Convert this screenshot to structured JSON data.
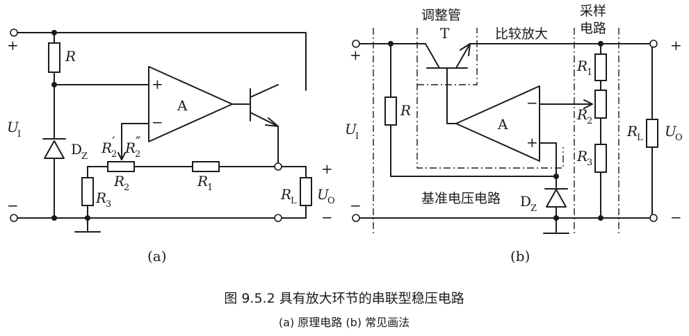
{
  "figure": {
    "caption": "图 9.5.2   具有放大环节的串联型稳压电路",
    "subcaption": "(a) 原理电路   (b) 常见画法"
  },
  "panel_a": {
    "label": "(a)",
    "plus_in": "+",
    "minus_in": "−",
    "ui": "U",
    "ui_sub": "I",
    "r": "R",
    "dz": "D",
    "dz_sub": "Z",
    "amp": "A",
    "amp_plus": "+",
    "amp_minus": "−",
    "r2p": "R",
    "r2p_sub": "2",
    "r2p_prime": "′",
    "r2pp": "R",
    "r2pp_sub": "2",
    "r2pp_prime": "″",
    "r2": "R",
    "r2_sub": "2",
    "r1": "R",
    "r1_sub": "1",
    "r3": "R",
    "r3_sub": "3",
    "rl": "R",
    "rl_sub": "L",
    "uo": "U",
    "uo_sub": "O",
    "plus_out": "+",
    "minus_out": "−"
  },
  "panel_b": {
    "label": "(b)",
    "title_adjust": "调整管",
    "transistor": "T",
    "title_compare": "比较放大",
    "title_sample_1": "采样",
    "title_sample_2": "电路",
    "title_reference": "基准电压电路",
    "plus_in": "+",
    "minus_in": "−",
    "ui": "U",
    "ui_sub": "I",
    "r": "R",
    "amp": "A",
    "amp_plus": "+",
    "amp_minus": "−",
    "dz": "D",
    "dz_sub": "Z",
    "r1": "R",
    "r1_sub": "1",
    "r2": "R",
    "r2_sub": "2",
    "r3": "R",
    "r3_sub": "3",
    "rl": "R",
    "rl_sub": "L",
    "uo": "U",
    "uo_sub": "O",
    "plus_out": "+",
    "minus_out": "−"
  }
}
